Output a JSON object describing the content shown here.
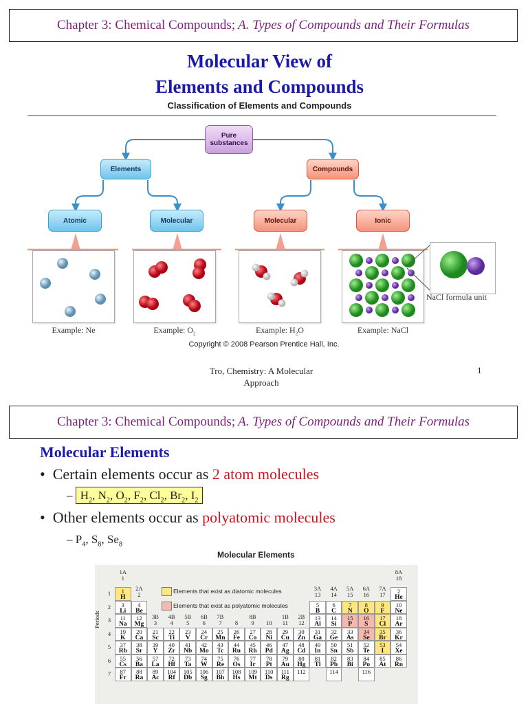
{
  "slide1": {
    "header_main": "Chapter 3:  Chemical Compounds;",
    "header_italic": "A. Types of Compounds and Their Formulas",
    "title_line1": "Molecular View of",
    "title_line2": "Elements and Compounds",
    "figure_title": "Classification of Elements and Compounds",
    "nodes": {
      "pure": "Pure substances",
      "elements": "Elements",
      "compounds": "Compounds",
      "atomic": "Atomic",
      "molecular_el": "Molecular",
      "molecular_cp": "Molecular",
      "ionic": "Ionic"
    },
    "examples": {
      "ne": "Example: Ne",
      "o2_pre": "Example: O",
      "o2_sub": "2",
      "h2o_pre": "Example: H",
      "h2o_sub": "2",
      "h2o_post": "O",
      "nacl": "Example: NaCl"
    },
    "nacl_unit": "NaCl formula unit",
    "copyright": "Copyright © 2008 Pearson Prentice Hall, Inc.",
    "footer_line1": "Tro, Chemistry: A Molecular",
    "footer_line2": "Approach",
    "page_number": "1"
  },
  "slide2": {
    "header_main": "Chapter 3:  Chemical Compounds;",
    "header_italic": "A. Types of Compounds and Their Formulas",
    "section_title": "Molecular Elements",
    "bullet1_pre": "Certain elements occur as ",
    "bullet1_hl": "2 atom molecules",
    "bullet2_pre": "Other elements occur as ",
    "bullet2_hl": "polyatomic molecules",
    "dash": "–",
    "diatomic": [
      {
        "s": "H",
        "n": "2"
      },
      {
        "s": "N",
        "n": "2"
      },
      {
        "s": "O",
        "n": "2"
      },
      {
        "s": "F",
        "n": "2"
      },
      {
        "s": "Cl",
        "n": "2"
      },
      {
        "s": "Br",
        "n": "2"
      },
      {
        "s": "I",
        "n": "2"
      }
    ],
    "polyatomic": [
      {
        "s": "P",
        "n": "4"
      },
      {
        "s": "S",
        "n": "8"
      },
      {
        "s": "Se",
        "n": "8"
      }
    ],
    "table_title": "Molecular Elements",
    "legend_diatomic": "Elements that exist as diatomic molecules",
    "legend_polyatomic": "Elements that exist as polyatomic molecules",
    "periods_label": "Periods",
    "colors": {
      "diatomic": "#ffe680",
      "polyatomic": "#f5b8ae",
      "accent_title": "#1a1aa8",
      "accent_red": "#c8141e",
      "header_text": "#7a1f7a"
    }
  },
  "periodic_table": {
    "group_labels": [
      {
        "g": 1,
        "a": "1A",
        "b": "1"
      },
      {
        "g": 2,
        "a": "2A",
        "b": "2"
      },
      {
        "g": 3,
        "a": "3B",
        "b": "3"
      },
      {
        "g": 4,
        "a": "4B",
        "b": "4"
      },
      {
        "g": 5,
        "a": "5B",
        "b": "5"
      },
      {
        "g": 6,
        "a": "6B",
        "b": "6"
      },
      {
        "g": 7,
        "a": "7B",
        "b": "7"
      },
      {
        "g": 8,
        "a": "",
        "b": "8"
      },
      {
        "g": 9,
        "a": "8B",
        "b": "9"
      },
      {
        "g": 10,
        "a": "",
        "b": "10"
      },
      {
        "g": 11,
        "a": "1B",
        "b": "11"
      },
      {
        "g": 12,
        "a": "2B",
        "b": "12"
      },
      {
        "g": 13,
        "a": "3A",
        "b": "13"
      },
      {
        "g": 14,
        "a": "4A",
        "b": "14"
      },
      {
        "g": 15,
        "a": "5A",
        "b": "15"
      },
      {
        "g": 16,
        "a": "6A",
        "b": "16"
      },
      {
        "g": 17,
        "a": "7A",
        "b": "17"
      },
      {
        "g": 18,
        "a": "8A",
        "b": "18"
      }
    ],
    "period_numbers": [
      "1",
      "2",
      "3",
      "4",
      "5",
      "6",
      "7"
    ],
    "elements": [
      {
        "z": "1",
        "s": "H",
        "p": 1,
        "g": 1,
        "t": "d"
      },
      {
        "z": "2",
        "s": "He",
        "p": 1,
        "g": 18
      },
      {
        "z": "3",
        "s": "Li",
        "p": 2,
        "g": 1
      },
      {
        "z": "4",
        "s": "Be",
        "p": 2,
        "g": 2
      },
      {
        "z": "5",
        "s": "B",
        "p": 2,
        "g": 13
      },
      {
        "z": "6",
        "s": "C",
        "p": 2,
        "g": 14
      },
      {
        "z": "7",
        "s": "N",
        "p": 2,
        "g": 15,
        "t": "d"
      },
      {
        "z": "8",
        "s": "O",
        "p": 2,
        "g": 16,
        "t": "d"
      },
      {
        "z": "9",
        "s": "F",
        "p": 2,
        "g": 17,
        "t": "d"
      },
      {
        "z": "10",
        "s": "Ne",
        "p": 2,
        "g": 18
      },
      {
        "z": "11",
        "s": "Na",
        "p": 3,
        "g": 1
      },
      {
        "z": "12",
        "s": "Mg",
        "p": 3,
        "g": 2
      },
      {
        "z": "13",
        "s": "Al",
        "p": 3,
        "g": 13
      },
      {
        "z": "14",
        "s": "Si",
        "p": 3,
        "g": 14
      },
      {
        "z": "15",
        "s": "P",
        "p": 3,
        "g": 15,
        "t": "p"
      },
      {
        "z": "16",
        "s": "S",
        "p": 3,
        "g": 16,
        "t": "p"
      },
      {
        "z": "17",
        "s": "Cl",
        "p": 3,
        "g": 17,
        "t": "d"
      },
      {
        "z": "18",
        "s": "Ar",
        "p": 3,
        "g": 18
      },
      {
        "z": "19",
        "s": "K",
        "p": 4,
        "g": 1
      },
      {
        "z": "20",
        "s": "Ca",
        "p": 4,
        "g": 2
      },
      {
        "z": "21",
        "s": "Sc",
        "p": 4,
        "g": 3
      },
      {
        "z": "22",
        "s": "Ti",
        "p": 4,
        "g": 4
      },
      {
        "z": "23",
        "s": "V",
        "p": 4,
        "g": 5
      },
      {
        "z": "24",
        "s": "Cr",
        "p": 4,
        "g": 6
      },
      {
        "z": "25",
        "s": "Mn",
        "p": 4,
        "g": 7
      },
      {
        "z": "26",
        "s": "Fe",
        "p": 4,
        "g": 8
      },
      {
        "z": "27",
        "s": "Co",
        "p": 4,
        "g": 9
      },
      {
        "z": "28",
        "s": "Ni",
        "p": 4,
        "g": 10
      },
      {
        "z": "29",
        "s": "Cu",
        "p": 4,
        "g": 11
      },
      {
        "z": "30",
        "s": "Zn",
        "p": 4,
        "g": 12
      },
      {
        "z": "31",
        "s": "Ga",
        "p": 4,
        "g": 13
      },
      {
        "z": "32",
        "s": "Ge",
        "p": 4,
        "g": 14
      },
      {
        "z": "33",
        "s": "As",
        "p": 4,
        "g": 15
      },
      {
        "z": "34",
        "s": "Se",
        "p": 4,
        "g": 16,
        "t": "p"
      },
      {
        "z": "35",
        "s": "Br",
        "p": 4,
        "g": 17,
        "t": "d"
      },
      {
        "z": "36",
        "s": "Kr",
        "p": 4,
        "g": 18
      },
      {
        "z": "37",
        "s": "Rb",
        "p": 5,
        "g": 1
      },
      {
        "z": "38",
        "s": "Sr",
        "p": 5,
        "g": 2
      },
      {
        "z": "39",
        "s": "Y",
        "p": 5,
        "g": 3
      },
      {
        "z": "40",
        "s": "Zr",
        "p": 5,
        "g": 4
      },
      {
        "z": "41",
        "s": "Nb",
        "p": 5,
        "g": 5
      },
      {
        "z": "42",
        "s": "Mo",
        "p": 5,
        "g": 6
      },
      {
        "z": "43",
        "s": "Tc",
        "p": 5,
        "g": 7
      },
      {
        "z": "44",
        "s": "Ru",
        "p": 5,
        "g": 8
      },
      {
        "z": "45",
        "s": "Rh",
        "p": 5,
        "g": 9
      },
      {
        "z": "46",
        "s": "Pd",
        "p": 5,
        "g": 10
      },
      {
        "z": "47",
        "s": "Ag",
        "p": 5,
        "g": 11
      },
      {
        "z": "48",
        "s": "Cd",
        "p": 5,
        "g": 12
      },
      {
        "z": "49",
        "s": "In",
        "p": 5,
        "g": 13
      },
      {
        "z": "50",
        "s": "Sn",
        "p": 5,
        "g": 14
      },
      {
        "z": "51",
        "s": "Sb",
        "p": 5,
        "g": 15
      },
      {
        "z": "52",
        "s": "Te",
        "p": 5,
        "g": 16
      },
      {
        "z": "53",
        "s": "I",
        "p": 5,
        "g": 17,
        "t": "d"
      },
      {
        "z": "54",
        "s": "Xe",
        "p": 5,
        "g": 18
      },
      {
        "z": "55",
        "s": "Cs",
        "p": 6,
        "g": 1
      },
      {
        "z": "56",
        "s": "Ba",
        "p": 6,
        "g": 2
      },
      {
        "z": "57",
        "s": "La",
        "p": 6,
        "g": 3
      },
      {
        "z": "72",
        "s": "Hf",
        "p": 6,
        "g": 4
      },
      {
        "z": "73",
        "s": "Ta",
        "p": 6,
        "g": 5
      },
      {
        "z": "74",
        "s": "W",
        "p": 6,
        "g": 6
      },
      {
        "z": "75",
        "s": "Re",
        "p": 6,
        "g": 7
      },
      {
        "z": "76",
        "s": "Os",
        "p": 6,
        "g": 8
      },
      {
        "z": "77",
        "s": "Ir",
        "p": 6,
        "g": 9
      },
      {
        "z": "78",
        "s": "Pt",
        "p": 6,
        "g": 10
      },
      {
        "z": "79",
        "s": "Au",
        "p": 6,
        "g": 11
      },
      {
        "z": "80",
        "s": "Hg",
        "p": 6,
        "g": 12
      },
      {
        "z": "81",
        "s": "Tl",
        "p": 6,
        "g": 13
      },
      {
        "z": "82",
        "s": "Pb",
        "p": 6,
        "g": 14
      },
      {
        "z": "83",
        "s": "Bi",
        "p": 6,
        "g": 15
      },
      {
        "z": "84",
        "s": "Po",
        "p": 6,
        "g": 16
      },
      {
        "z": "85",
        "s": "At",
        "p": 6,
        "g": 17
      },
      {
        "z": "86",
        "s": "Rn",
        "p": 6,
        "g": 18
      },
      {
        "z": "87",
        "s": "Fr",
        "p": 7,
        "g": 1
      },
      {
        "z": "88",
        "s": "Ra",
        "p": 7,
        "g": 2
      },
      {
        "z": "89",
        "s": "Ac",
        "p": 7,
        "g": 3
      },
      {
        "z": "104",
        "s": "Rf",
        "p": 7,
        "g": 4
      },
      {
        "z": "105",
        "s": "Db",
        "p": 7,
        "g": 5
      },
      {
        "z": "106",
        "s": "Sg",
        "p": 7,
        "g": 6
      },
      {
        "z": "107",
        "s": "Bh",
        "p": 7,
        "g": 7
      },
      {
        "z": "108",
        "s": "Hs",
        "p": 7,
        "g": 8
      },
      {
        "z": "109",
        "s": "Mt",
        "p": 7,
        "g": 9
      },
      {
        "z": "110",
        "s": "Ds",
        "p": 7,
        "g": 10
      },
      {
        "z": "111",
        "s": "Rg",
        "p": 7,
        "g": 11
      },
      {
        "z": "112",
        "s": "",
        "p": 7,
        "g": 12
      },
      {
        "z": "114",
        "s": "",
        "p": 7,
        "g": 14
      },
      {
        "z": "116",
        "s": "",
        "p": 7,
        "g": 16
      }
    ]
  }
}
